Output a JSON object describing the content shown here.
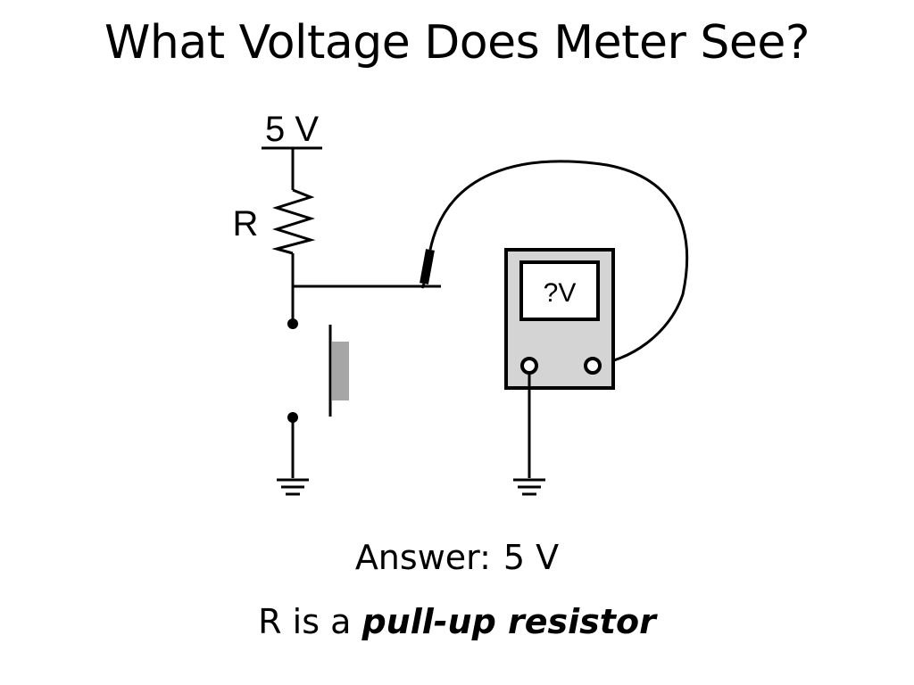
{
  "slide": {
    "title": "What Voltage Does Meter See?"
  },
  "diagram": {
    "supply_label": "5 V",
    "resistor_label": "R",
    "meter_display": "?V"
  },
  "answer": {
    "prefix": "Answer:",
    "value": "5 V"
  },
  "explanation": {
    "prefix": "R is a",
    "emphasis": "pull-up resistor"
  },
  "colors": {
    "line": "#000000",
    "meter_body": "#d4d4d4",
    "button_cap": "#a6a6a6",
    "background": "#ffffff"
  }
}
